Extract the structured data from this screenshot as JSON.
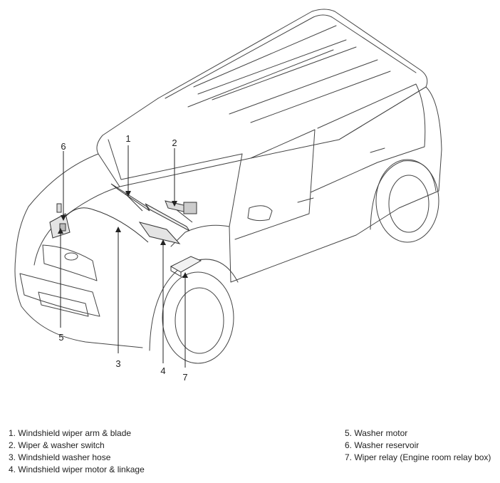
{
  "callouts": [
    "1",
    "2",
    "3",
    "4",
    "5",
    "6",
    "7"
  ],
  "legend": {
    "left": [
      "1. Windshield wiper arm & blade",
      "2. Wiper & washer switch",
      "3. Windshield washer hose",
      "4. Windshield wiper motor & linkage"
    ],
    "right": [
      "5. Washer motor",
      "6. Washer reservoir",
      "7. Wiper relay (Engine room relay box)"
    ]
  }
}
